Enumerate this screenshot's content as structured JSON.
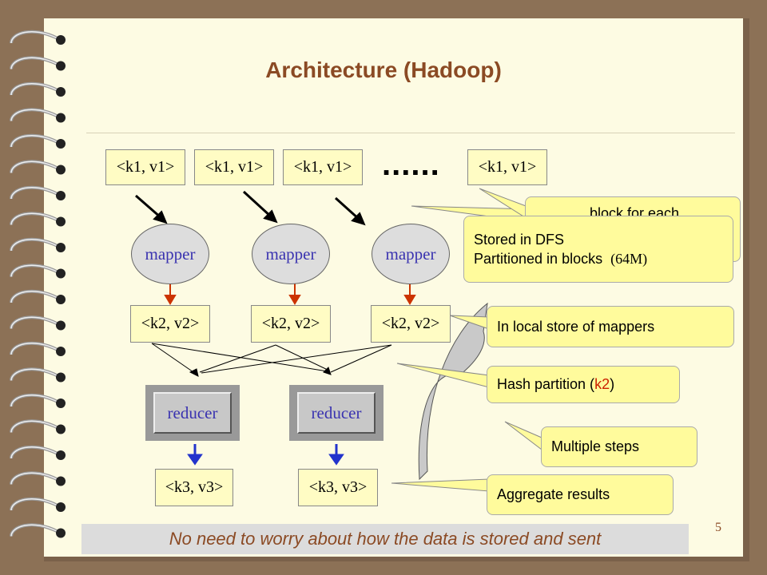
{
  "slide": {
    "title": "Architecture (Hadoop)",
    "page_number": "5",
    "footer": "No need to worry about how the data is stored and sent"
  },
  "inputs": [
    "<k1, v1>",
    "<k1, v1>",
    "<k1, v1>",
    "<k1, v1>"
  ],
  "ellipsis": "......",
  "mappers": [
    "mapper",
    "mapper",
    "mapper"
  ],
  "intermediate": [
    "<k2, v2>",
    "<k2, v2>",
    "<k2, v2>"
  ],
  "reducers": [
    "reducer",
    "reducer"
  ],
  "outputs": [
    "<k3, v3>",
    "<k3, v3>"
  ],
  "callouts": {
    "hidden_text": "... block for each",
    "dfs_line1": "Stored in DFS",
    "dfs_line2": "Partitioned in blocks",
    "dfs_size": "(64M)",
    "local": "In local store of mappers",
    "hash_prefix": "Hash partition (",
    "hash_key": "k2",
    "hash_suffix": ")",
    "steps": "Multiple steps",
    "aggregate": "Aggregate results"
  },
  "colors": {
    "title": "#8b4a24",
    "node_text": "#3a33b0",
    "mapper_arrow": "#cc3300",
    "reducer_arrow": "#2233cc",
    "key_highlight": "#cc2200",
    "callout_fill": "#fffb9c"
  }
}
